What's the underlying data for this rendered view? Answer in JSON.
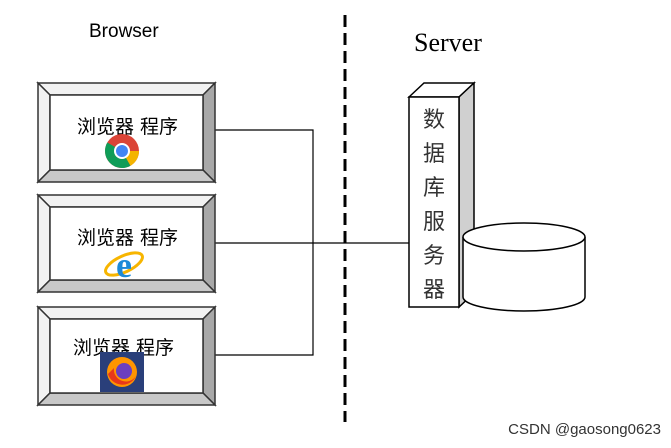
{
  "browser_title": "Browser",
  "server_title": "Server",
  "clients": [
    {
      "label": "浏览器 程序",
      "icon": "chrome-icon"
    },
    {
      "label": "浏览器 程序",
      "icon": "internet-explorer-icon"
    },
    {
      "label": "浏览器 程序",
      "icon": "firefox-icon"
    }
  ],
  "server_label": "数据库服务器",
  "watermark": "CSDN @gaosong0623"
}
